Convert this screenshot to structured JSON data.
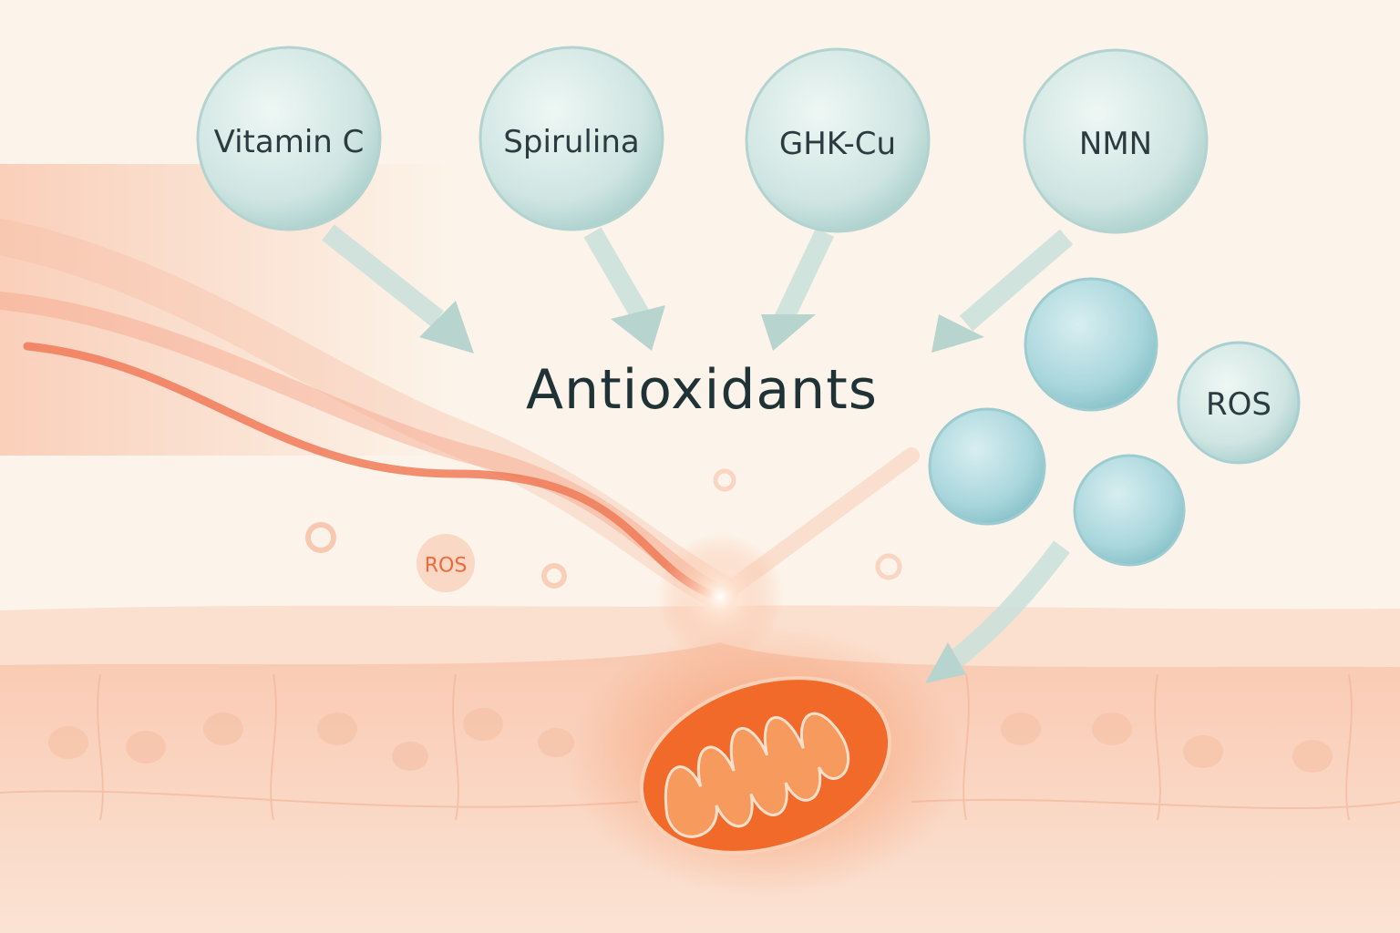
{
  "title": "Antioxidants",
  "antioxidants": [
    "Vitamin C",
    "Spirulina",
    "GHK-Cu",
    "NMN"
  ],
  "ros_labels": {
    "bubble": "ROS",
    "small": "ROS"
  },
  "colors": {
    "background": "#fcf4ea",
    "bubble": "#cfe6e4",
    "ros_bubble": "#a9d8dc",
    "skin": "#f8cfb8",
    "mitochondrion": "#f26a2a",
    "arrow": "#bcd6d2"
  }
}
